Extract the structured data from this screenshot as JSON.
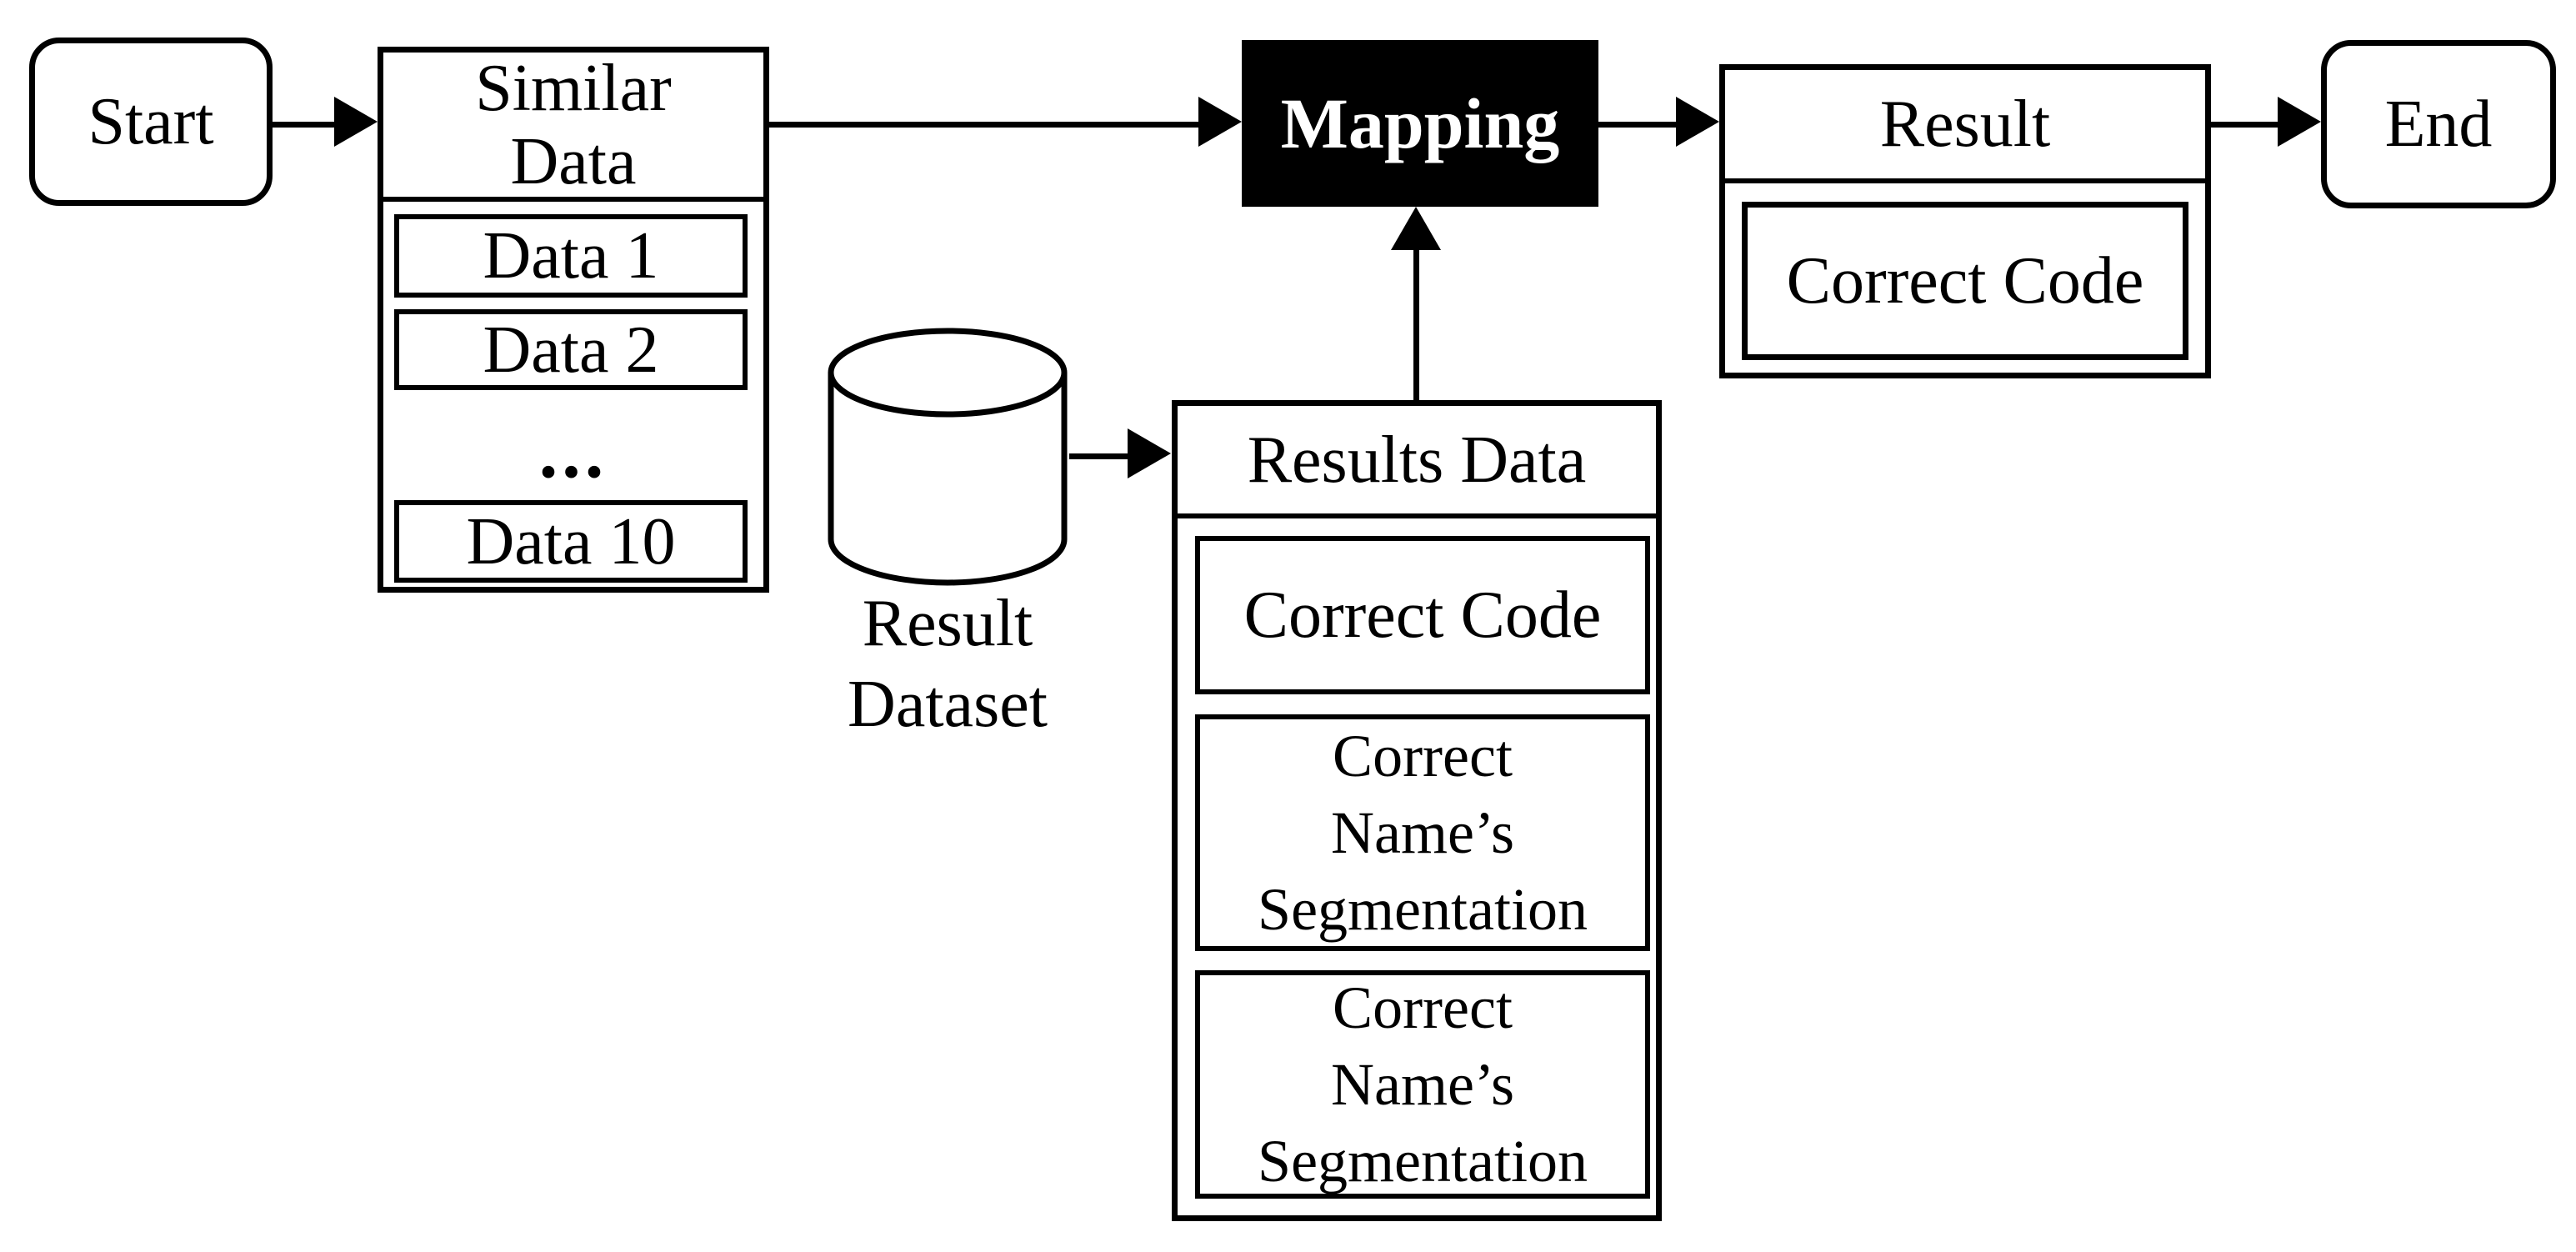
{
  "colors": {
    "stroke": "#000000",
    "fill": "#ffffff",
    "mapping_bg": "#000000",
    "mapping_text": "#ffffff",
    "canvas_bg": "#ffffff"
  },
  "nodes": {
    "start": {
      "label": "Start"
    },
    "similar_data": {
      "title": "Similar\nData",
      "items": [
        "Data 1",
        "Data 2",
        "...",
        "Data 10"
      ]
    },
    "mapping": {
      "label": "Mapping"
    },
    "result": {
      "title": "Result",
      "item": "Correct Code"
    },
    "end": {
      "label": "End"
    },
    "result_dataset": {
      "label": "Result\nDataset"
    },
    "results_data": {
      "title": "Results Data",
      "items": [
        "Correct Code",
        "Correct\nName’s\nSegmentation",
        "Correct\nName’s\nSegmentation"
      ]
    }
  }
}
